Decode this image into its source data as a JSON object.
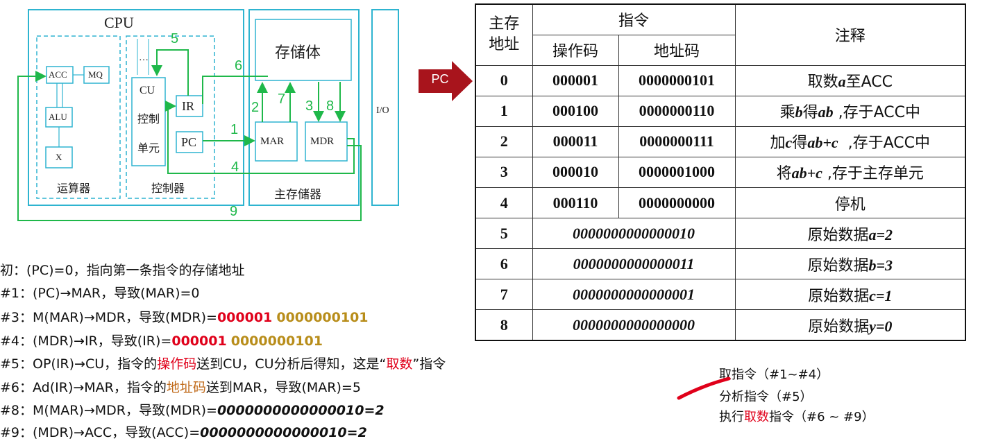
{
  "diagram": {
    "cpu": "CPU",
    "acc": "ACC",
    "mq": "MQ",
    "alu": "ALU",
    "x": "X",
    "alu_section": "运算器",
    "dots": "…",
    "cu": "CU",
    "cu_line2": "控制",
    "cu_line3": "单元",
    "ir": "IR",
    "pc": "PC",
    "ctrl_section": "控制器",
    "storage": "存储体",
    "mar": "MAR",
    "mdr": "MDR",
    "main_memory": "主存储器",
    "io": "I/O",
    "steps": [
      "1",
      "2",
      "3",
      "4",
      "5",
      "6",
      "7",
      "8",
      "9"
    ]
  },
  "pc_label": "PC",
  "table": {
    "header": {
      "addr": "主存地址",
      "instr": "指令",
      "opcode": "操作码",
      "addrcode": "地址码",
      "comment": "注释"
    },
    "rows": [
      {
        "addr": "0",
        "op": "000001",
        "ad": "0000000101",
        "note_a": "取数",
        "note_v": "a",
        "note_b": "至ACC"
      },
      {
        "addr": "1",
        "op": "000100",
        "ad": "0000000110",
        "note_a": "乘",
        "note_v": "b",
        "note_b": "得",
        "note_v2": "ab",
        "note_c": " ,存于ACC中"
      },
      {
        "addr": "2",
        "op": "000011",
        "ad": "0000000111",
        "note_a": "加",
        "note_v": "c",
        "note_b": "得",
        "note_v2": "ab+c",
        "note_c": "  ,存于ACC中"
      },
      {
        "addr": "3",
        "op": "000010",
        "ad": "0000001000",
        "note_a": "将",
        "note_v": "ab+c",
        "note_b": " ,存于主存单元"
      },
      {
        "addr": "4",
        "op": "000110",
        "ad": "0000000000",
        "note_a": "停机"
      },
      {
        "addr": "5",
        "data": "0000000000000010",
        "note_a": "原始数据",
        "note_v": "a=2"
      },
      {
        "addr": "6",
        "data": "0000000000000011",
        "note_a": "原始数据",
        "note_v": "b=3"
      },
      {
        "addr": "7",
        "data": "0000000000000001",
        "note_a": "原始数据",
        "note_v": "c=1"
      },
      {
        "addr": "8",
        "data": "0000000000000000",
        "note_a": "原始数据",
        "note_v": "y=0"
      }
    ]
  },
  "steps": {
    "s0": "初：(PC)=0，指向第一条指令的存储地址",
    "s1": "#1：(PC)→MAR，导致(MAR)=0",
    "s3_pre": "#3：M(MAR)→MDR，导致(MDR)=",
    "s3_op": "000001",
    "s3_ad": "0000000101",
    "s4_pre": "#4：(MDR)→IR，导致(IR)=",
    "s4_op": "000001",
    "s4_ad": "0000000101",
    "s5_a": "#5：OP(IR)→CU，指令的",
    "s5_b": "操作码",
    "s5_c": "送到CU，CU分析后得知，这是“",
    "s5_d": "取数",
    "s5_e": "”指令",
    "s6_a": "#6：Ad(IR)→MAR，指令的",
    "s6_b": "地址码",
    "s6_c": "送到MAR，导致(MAR)=5",
    "s8_pre": "#8：M(MAR)→MDR，导致(MDR)=",
    "s8_val": "0000000000000010=2",
    "s9_pre": "#9：(MDR)→ACC，导致(ACC)=",
    "s9_val": "0000000000000010=2"
  },
  "legend": {
    "l1": "取指令（#1~#4）",
    "l2": "分析指令（#5）",
    "l3_a": "执行",
    "l3_b": "取数",
    "l3_c": "指令（#6 ~ #9）"
  },
  "colors": {
    "cyan": "#2eb4d0",
    "green": "#1fb84a",
    "red": "#e0001a",
    "gold": "#b88d1a",
    "pc_arrow": "#a8141c"
  }
}
